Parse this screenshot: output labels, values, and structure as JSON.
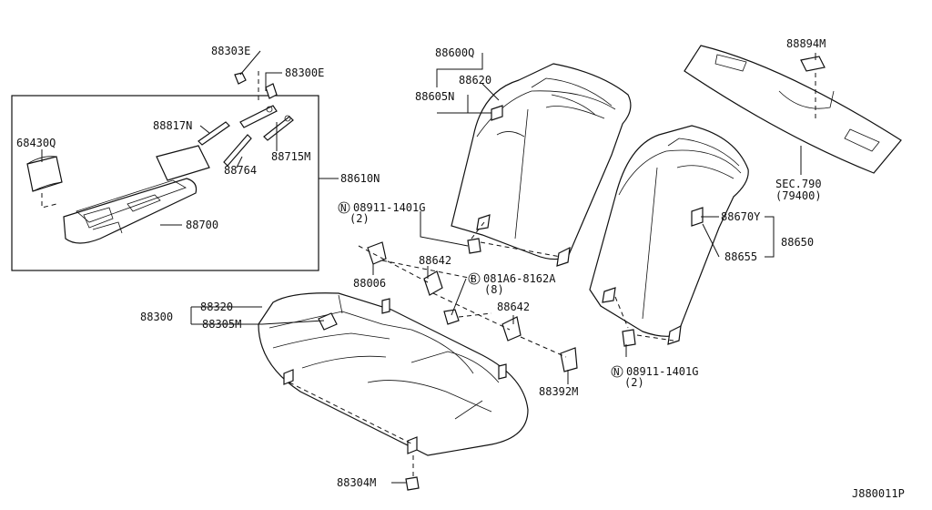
{
  "diagram_id": "J880011P",
  "callouts": {
    "p88303E": "88303E",
    "p88300E": "88300E",
    "p68430Q": "68430Q",
    "p88817N": "88817N",
    "p88715M": "88715M",
    "p88764": "88764",
    "p88610N": "88610N",
    "p88700": "88700",
    "p88600Q": "88600Q",
    "p88620": "88620",
    "p88605N": "88605N",
    "p88894M": "88894M",
    "sec790": "SEC.790",
    "sec790ref": "(79400)",
    "n08911a": "08911-1401G",
    "n08911a_qty": "(2)",
    "p88670Y": "88670Y",
    "p88650": "88650",
    "p88655": "88655",
    "p88642a": "88642",
    "p88006": "88006",
    "b081A6": "081A6-8162A",
    "b081A6_qty": "(8)",
    "p88320": "88320",
    "p88300": "88300",
    "p88305M": "88305M",
    "p88642b": "88642",
    "n08911b": "08911-1401G",
    "n08911b_qty": "(2)",
    "p88392M": "88392M",
    "p88304M": "88304M"
  },
  "symbols": {
    "n_mark": "N",
    "b_mark": "B"
  }
}
